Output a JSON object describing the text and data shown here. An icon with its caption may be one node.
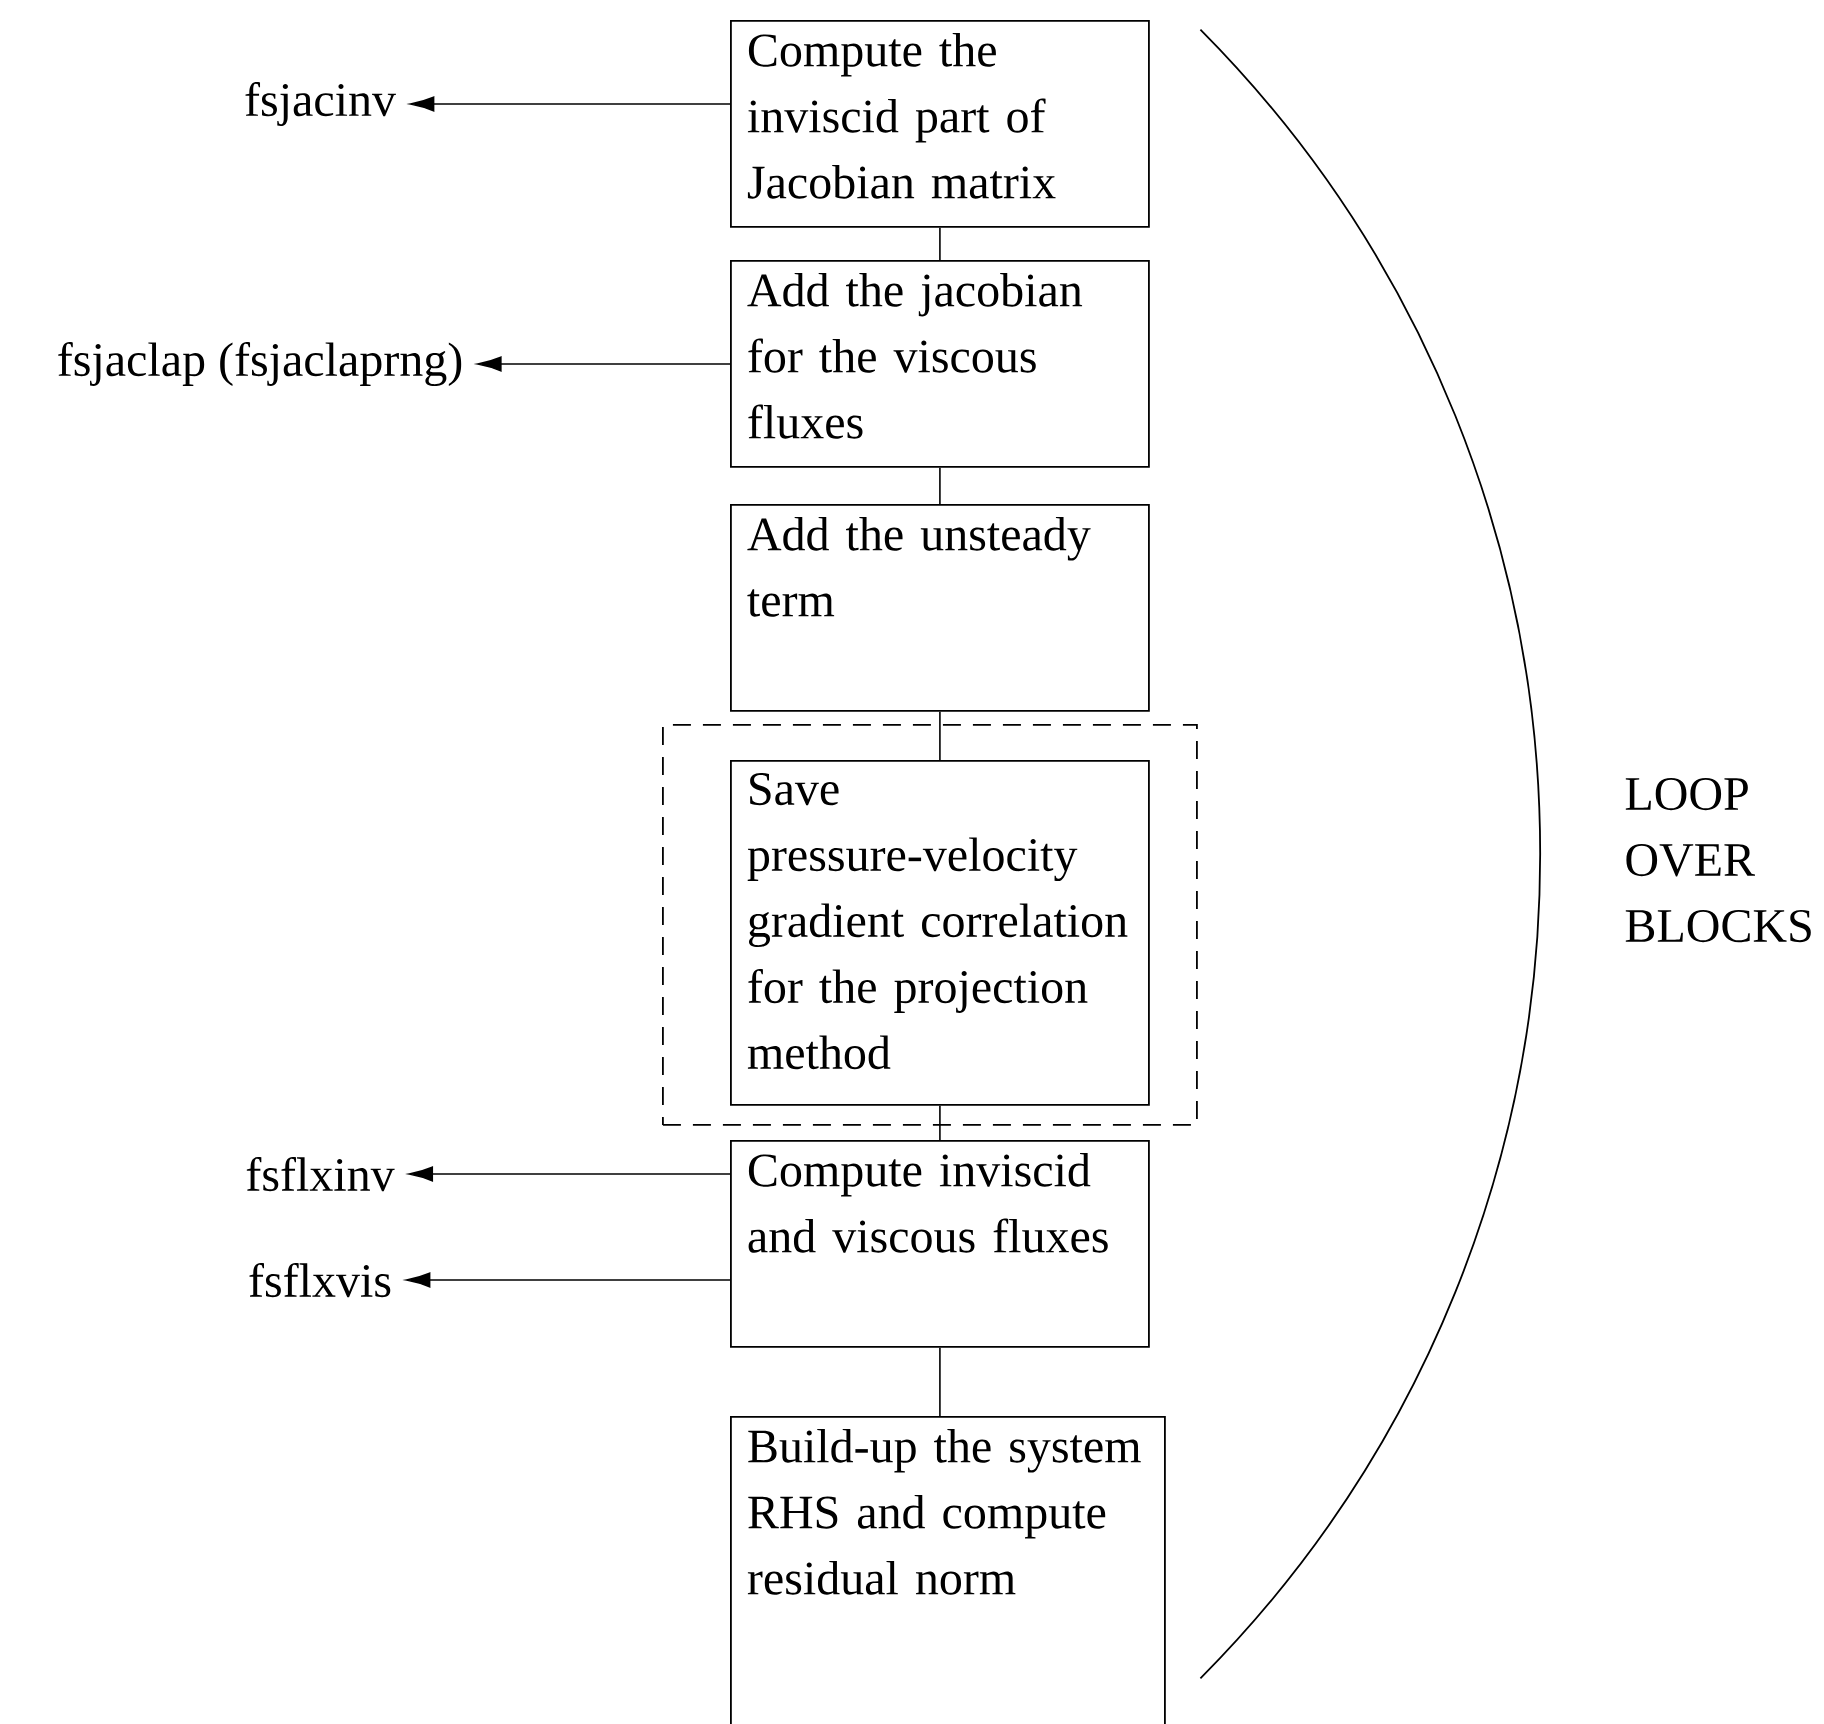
{
  "diagram": {
    "nodes": [
      {
        "text": [
          "Compute the inviscid part of Jacobian matrix"
        ]
      },
      {
        "text": [
          "fsjacinv"
        ]
      },
      {
        "text": [
          "Add the jacobian for the viscous fluxes"
        ]
      },
      {
        "text": [
          "fsjaclap (fsjaclaprng)"
        ]
      },
      {
        "text": [
          "Add the unsteady term"
        ]
      },
      {
        "text": [],
        "shape": "box"
      },
      {
        "text": [
          "Save pressure-velocity gradient correlation for the projection method"
        ],
        "in": 5
      },
      {
        "text": [
          "Compute inviscid and viscous fluxes"
        ]
      },
      {
        "text": [
          "fsflxinv"
        ]
      },
      {
        "text": [
          "fsflxvis"
        ]
      },
      {
        "text": [
          "Build-up the system RHS and compute residual norm"
        ]
      }
    ],
    "edges": [
      {
        "from": 0,
        "to": 1,
        "arrow": "to"
      },
      {
        "from": 0,
        "to": 2,
        "arrow": "none"
      },
      {
        "from": 2,
        "to": 3,
        "arrow": "to"
      },
      {
        "from": 2,
        "to": 4,
        "arrow": "none"
      },
      {
        "from": 4,
        "to": 6,
        "arrow": "none"
      },
      {
        "from": 6,
        "to": 7,
        "arrow": "none"
      },
      {
        "from": 7,
        "to": 8,
        "arrow": "to"
      },
      {
        "from": 7,
        "to": 9,
        "arrow": "to"
      },
      {
        "from": 7,
        "to": 10,
        "arrow": "none"
      }
    ],
    "labels": [
      "LOOP OVER BLOCKS"
    ]
  }
}
